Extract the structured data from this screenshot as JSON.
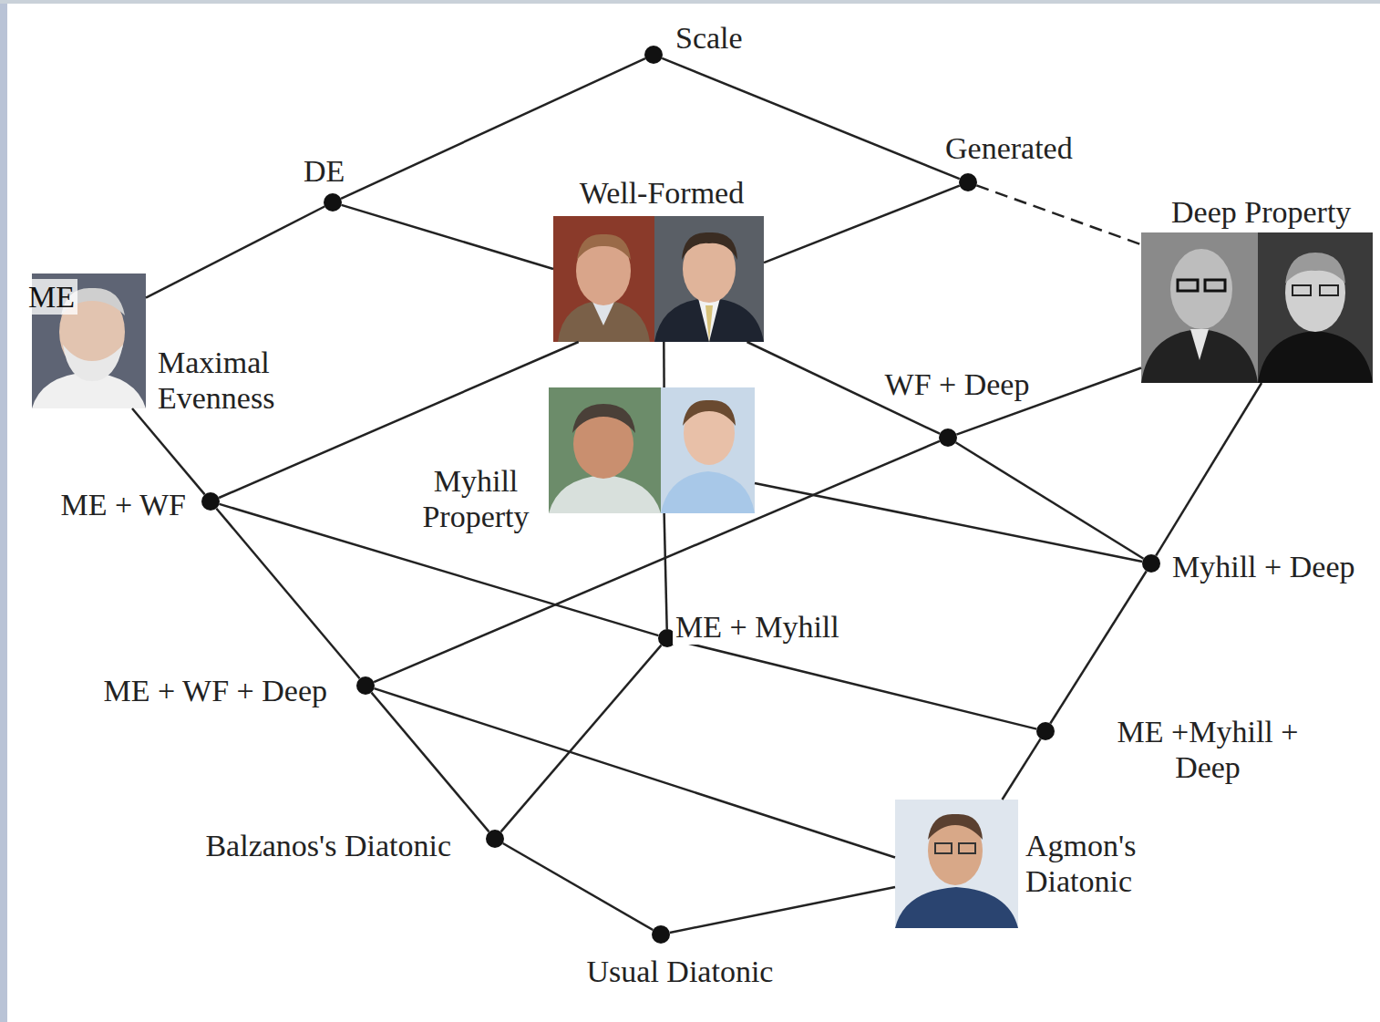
{
  "diagram": {
    "nodes": [
      {
        "text": [
          "Scale"
        ]
      },
      {
        "text": [
          "Generated"
        ]
      },
      {
        "text": [
          "DE"
        ]
      },
      {
        "text": [
          "Well-Formed"
        ]
      },
      {
        "text": [
          "Deep Property"
        ]
      },
      {
        "text": [
          "ME",
          "Maximal Evenness"
        ]
      },
      {
        "text": [
          "Myhill Property"
        ]
      },
      {
        "text": [
          "WF + Deep"
        ]
      },
      {
        "text": [
          "ME + WF"
        ]
      },
      {
        "text": [
          "Myhill + Deep"
        ]
      },
      {
        "text": [
          "ME + Myhill"
        ]
      },
      {
        "text": [
          "ME + WF + Deep"
        ]
      },
      {
        "text": [
          "ME +Myhill + Deep"
        ]
      },
      {
        "text": [
          "Balzanos's Diatonic"
        ]
      },
      {
        "text": [
          "Agmon's Diatonic"
        ]
      },
      {
        "text": [
          "Usual Diatonic"
        ]
      }
    ],
    "edges": [
      {
        "from": 0,
        "to": 2,
        "arrow": "none"
      },
      {
        "from": 0,
        "to": 1,
        "arrow": "none"
      },
      {
        "from": 2,
        "to": 5,
        "arrow": "none"
      },
      {
        "from": 2,
        "to": 3,
        "arrow": "none"
      },
      {
        "from": 1,
        "to": 3,
        "arrow": "none"
      },
      {
        "from": 1,
        "to": 4,
        "arrow": "none"
      },
      {
        "from": 5,
        "to": 8,
        "arrow": "none"
      },
      {
        "from": 3,
        "to": 8,
        "arrow": "none"
      },
      {
        "from": 3,
        "to": 6,
        "arrow": "none"
      },
      {
        "from": 3,
        "to": 7,
        "arrow": "none"
      },
      {
        "from": 4,
        "to": 7,
        "arrow": "none"
      },
      {
        "from": 4,
        "to": 9,
        "arrow": "none"
      },
      {
        "from": 6,
        "to": 10,
        "arrow": "none"
      },
      {
        "from": 6,
        "to": 9,
        "arrow": "none"
      },
      {
        "from": 7,
        "to": 9,
        "arrow": "none"
      },
      {
        "from": 7,
        "to": 11,
        "arrow": "none"
      },
      {
        "from": 8,
        "to": 10,
        "arrow": "none"
      },
      {
        "from": 8,
        "to": 11,
        "arrow": "none"
      },
      {
        "from": 10,
        "to": 12,
        "arrow": "none"
      },
      {
        "from": 9,
        "to": 12,
        "arrow": "none"
      },
      {
        "from": 12,
        "to": 14,
        "arrow": "none"
      },
      {
        "from": 11,
        "to": 14,
        "arrow": "none"
      },
      {
        "from": 10,
        "to": 13,
        "arrow": "none"
      },
      {
        "from": 11,
        "to": 13,
        "arrow": "none"
      },
      {
        "from": 13,
        "to": 15,
        "arrow": "none"
      },
      {
        "from": 14,
        "to": 15,
        "arrow": "none"
      }
    ]
  }
}
